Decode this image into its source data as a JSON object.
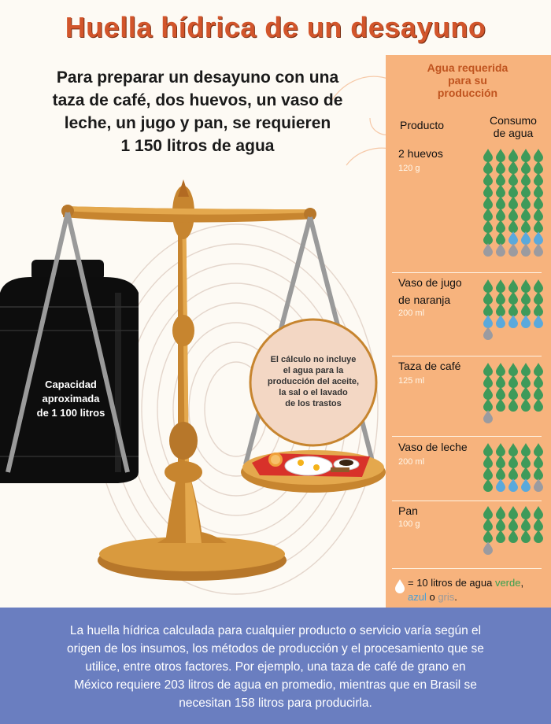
{
  "title": "Huella hídrica de un desayuno",
  "intro_lines": [
    "Para preparar un desayuno con una",
    "taza de café, dos huevos, un vaso de",
    "leche, un jugo y pan, se requieren",
    "1 150 litros de  agua"
  ],
  "tank_label_lines": [
    "Capacidad",
    "aproximada",
    "de 1 100 litros"
  ],
  "note_lines": [
    "El cálculo no incluye",
    "el agua para la",
    "producción del aceite,",
    "la sal o el lavado",
    "de los trastos"
  ],
  "panel": {
    "title_lines": [
      "Agua requerida",
      "para su",
      "producción"
    ],
    "col_product": "Producto",
    "col_consumption_lines": [
      "Consumo",
      "de agua"
    ],
    "colors": {
      "green": "#3e9a5a",
      "blue": "#5aa9dc",
      "gray": "#9b9ba0"
    },
    "items": [
      {
        "name_lines": [
          "2 huevos"
        ],
        "qty": "120 g",
        "drops": {
          "green": 37,
          "blue": 3,
          "gray": 5
        }
      },
      {
        "name_lines": [
          "Vaso de jugo",
          "de naranja"
        ],
        "qty": "200 ml",
        "drops": {
          "green": 15,
          "blue": 5,
          "gray": 1
        }
      },
      {
        "name_lines": [
          "Taza de café"
        ],
        "qty": "125 ml",
        "drops": {
          "green": 20,
          "blue": 0,
          "gray": 1
        }
      },
      {
        "name_lines": [
          "Vaso de leche"
        ],
        "qty": "200 ml",
        "drops": {
          "green": 16,
          "blue": 3,
          "gray": 1
        }
      },
      {
        "name_lines": [
          "Pan"
        ],
        "qty": "100 g",
        "drops": {
          "green": 15,
          "blue": 0,
          "gray": 1
        }
      }
    ],
    "legend_prefix": "= 10 litros de agua ",
    "legend_green": "verde",
    "legend_comma": ",",
    "legend_blue": "azul",
    "legend_o": " o ",
    "legend_gray": "gris",
    "legend_end": "."
  },
  "bottom_lines": [
    "La huella hídrica calculada para cualquier producto o servicio varía según el",
    "origen de los insumos, los métodos de producción y el procesamiento que se",
    "utilice, entre otros factores. Por ejemplo, una taza de café de grano en",
    "México requiere 203 litros de agua en promedio, mientras que en Brasil se",
    "necesitan 158 litros para producirla."
  ]
}
